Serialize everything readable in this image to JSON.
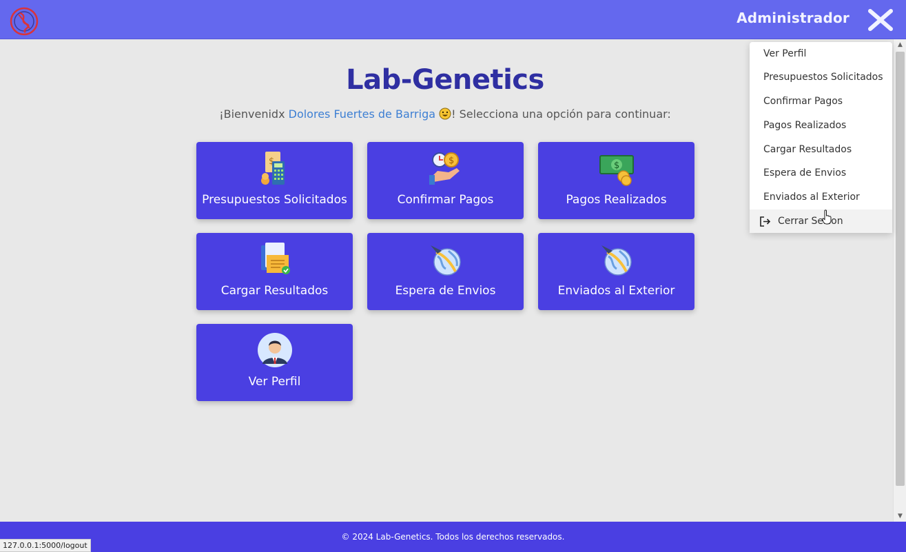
{
  "header": {
    "admin_label": "Administrador",
    "bg_color": "#6468ee"
  },
  "main": {
    "title": "Lab-Genetics",
    "welcome_prefix": "¡Bienvenidx ",
    "user_name": "Dolores Fuertes de Barriga",
    "welcome_suffix": "! Selecciona una opción para continuar:",
    "cards": [
      {
        "label": "Presupuestos Solicitados",
        "icon": "calculator-invoice-icon"
      },
      {
        "label": "Confirmar Pagos",
        "icon": "payment-hand-icon"
      },
      {
        "label": "Pagos Realizados",
        "icon": "money-bill-icon"
      },
      {
        "label": "Cargar Resultados",
        "icon": "folder-document-icon"
      },
      {
        "label": "Espera de Envios",
        "icon": "globe-plane-icon"
      },
      {
        "label": "Enviados al Exterior",
        "icon": "globe-plane-icon"
      },
      {
        "label": "Ver Perfil",
        "icon": "user-avatar-icon"
      }
    ],
    "card_color": "#4a3fe2"
  },
  "dropdown": {
    "items": [
      "Ver Perfil",
      "Presupuestos Solicitados",
      "Confirmar Pagos",
      "Pagos Realizados",
      "Cargar Resultados",
      "Espera de Envios",
      "Enviados al Exterior",
      "Cerrar Sesion"
    ]
  },
  "footer": {
    "text": "© 2024 Lab-Genetics. Todos los derechos reservados."
  },
  "status_bar": {
    "url": "127.0.0.1:5000/logout"
  }
}
